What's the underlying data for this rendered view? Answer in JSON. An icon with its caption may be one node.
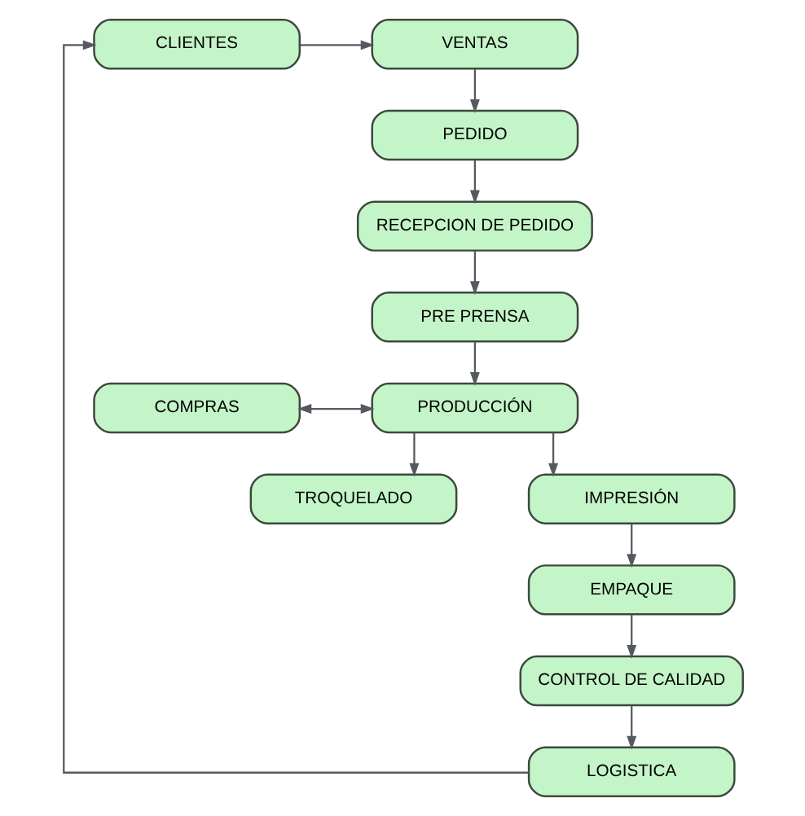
{
  "diagram": {
    "nodes": [
      {
        "text": [
          "CLIENTES"
        ]
      },
      {
        "text": [
          "VENTAS"
        ]
      },
      {
        "text": [
          "PEDIDO"
        ]
      },
      {
        "text": [
          "RECEPCION DE PEDIDO"
        ]
      },
      {
        "text": [
          "PRE PRENSA"
        ]
      },
      {
        "text": [
          "COMPRAS"
        ]
      },
      {
        "text": [
          "PRODUCCIÓN"
        ]
      },
      {
        "text": [
          "TROQUELADO"
        ]
      },
      {
        "text": [
          "IMPRESIÓN"
        ]
      },
      {
        "text": [
          "EMPAQUE"
        ]
      },
      {
        "text": [
          "CONTROL DE CALIDAD"
        ]
      },
      {
        "text": [
          "LOGISTICA"
        ]
      }
    ],
    "edges": [
      {
        "from": 0,
        "to": 1,
        "arrow": "to"
      },
      {
        "from": 1,
        "to": 2,
        "arrow": "to"
      },
      {
        "from": 2,
        "to": 3,
        "arrow": "to"
      },
      {
        "from": 3,
        "to": 4,
        "arrow": "to"
      },
      {
        "from": 4,
        "to": 6,
        "arrow": "to"
      },
      {
        "from": 5,
        "to": 6,
        "arrow": "both"
      },
      {
        "from": 6,
        "to": 7,
        "arrow": "to"
      },
      {
        "from": 6,
        "to": 8,
        "arrow": "to"
      },
      {
        "from": 8,
        "to": 9,
        "arrow": "to"
      },
      {
        "from": 9,
        "to": 10,
        "arrow": "to"
      },
      {
        "from": 10,
        "to": 11,
        "arrow": "to"
      },
      {
        "from": 11,
        "to": 0,
        "arrow": "to"
      }
    ]
  }
}
